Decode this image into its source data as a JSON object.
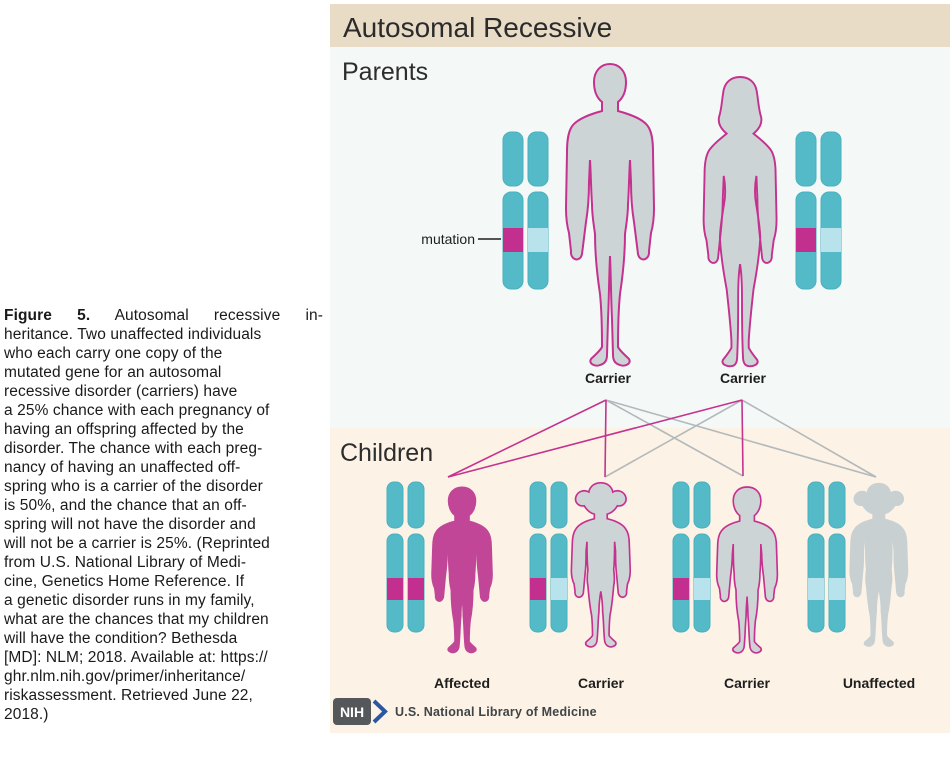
{
  "caption": {
    "label": "Figure 5.",
    "first_line_rest": "Autosomal recessive in-",
    "lines": [
      "heritance. Two unaffected individuals",
      "who each carry one copy of the",
      "mutated gene for an autosomal",
      "recessive disorder (carriers) have",
      "a 25% chance with each pregnancy of",
      "having an offspring affected by the",
      "disorder. The chance with each preg-",
      "nancy of having an unaffected off-",
      "spring who is a carrier of the disorder",
      "is 50%, and the chance that an off-",
      "spring will not have the disorder and",
      "will not be a carrier is 25%. (Reprinted",
      "from U.S. National Library of Medi-",
      "cine, Genetics Home Reference. If",
      "a genetic disorder runs in my family,",
      "what are the chances that my children",
      "will have the condition? Bethesda",
      "[MD]: NLM; 2018. Available at: https://",
      "ghr.nlm.nih.gov/primer/inheritance/",
      "riskassessment. Retrieved June 22,",
      "2018.)"
    ]
  },
  "diagram": {
    "title": "Autosomal Recessive",
    "parents_section_label": "Parents",
    "children_section_label": "Children",
    "mutation_label": "mutation",
    "father_label": "Carrier",
    "mother_label": "Carrier",
    "children": [
      {
        "label": "Affected",
        "status": "affected",
        "sex": "male"
      },
      {
        "label": "Carrier",
        "status": "carrier",
        "sex": "female"
      },
      {
        "label": "Carrier",
        "status": "carrier",
        "sex": "male"
      },
      {
        "label": "Unaffected",
        "status": "unaffected",
        "sex": "female"
      }
    ],
    "footer": {
      "nih_logo": "NIH",
      "org_name": "U.S. National Library of Medicine"
    }
  },
  "colors": {
    "header_bg": "#e9dcc7",
    "parents_bg": "#f4f9f8",
    "children_bg": "#fcf2e5",
    "chromosome_teal": "#54bac7",
    "mutated_band": "#c22f8e",
    "normal_band": "#b9e3ec",
    "silhouette_gray": "#cdd4d6",
    "carrier_outline": "#c5318f",
    "affected_fill": "#c24697",
    "unaffected_fill": "#c8d0d2",
    "gray_line": "#b3b9bb",
    "nih_box": "#55585a",
    "nih_chevron_blue": "#2a57a4"
  }
}
